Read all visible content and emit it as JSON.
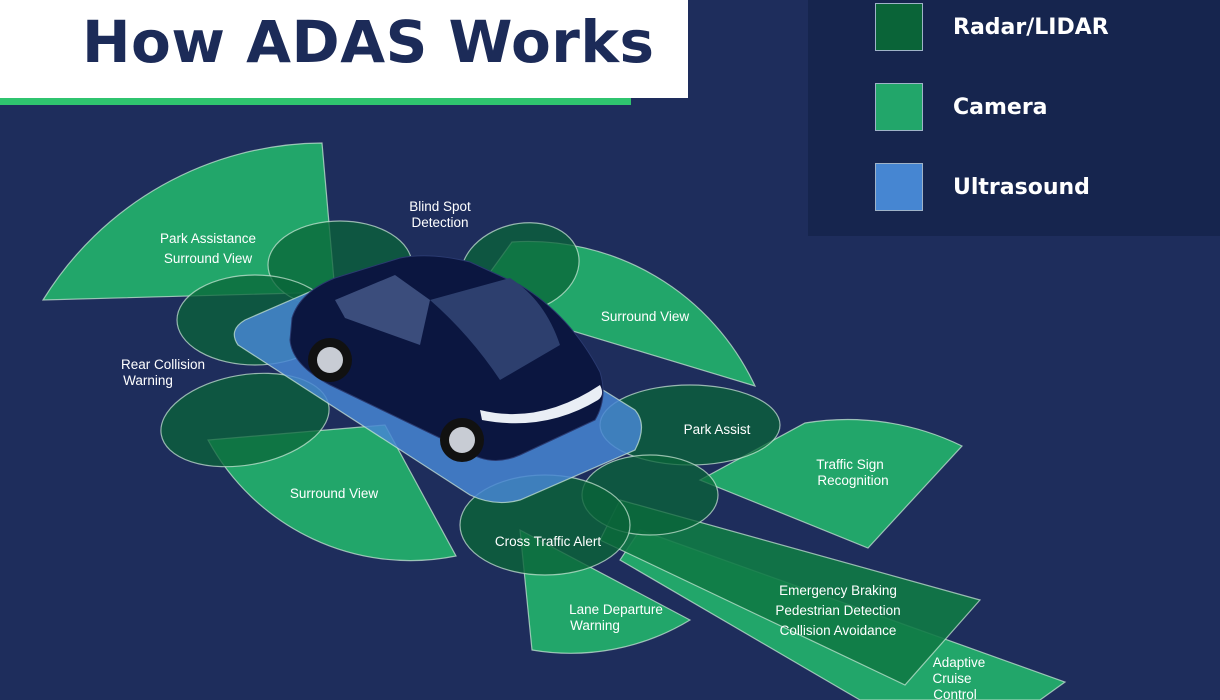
{
  "title": "How ADAS Works",
  "legend": [
    {
      "label": "Radar/LIDAR",
      "color": "#0a6438"
    },
    {
      "label": "Camera",
      "color": "#22a66a"
    },
    {
      "label": "Ultrasound",
      "color": "#4686d2"
    }
  ],
  "labels": {
    "park_assistance": [
      "Park Assistance",
      "Surround View"
    ],
    "blind_spot": [
      "Blind Spot",
      "Detection"
    ],
    "surround_view_right": "Surround View",
    "rear_collision": [
      "Rear Collision",
      "Warning"
    ],
    "surround_view_left": "Surround View",
    "park_assist": "Park Assist",
    "traffic_sign": [
      "Traffic Sign",
      "Recognition"
    ],
    "cross_traffic": "Cross Traffic Alert",
    "lane_departure": [
      "Lane Departure",
      "Warning"
    ],
    "emergency": [
      "Emergency Braking",
      "Pedestrian Detection",
      "Collision Avoidance"
    ],
    "adaptive_cruise": [
      "Adaptive",
      "Cruise",
      "Control"
    ]
  }
}
